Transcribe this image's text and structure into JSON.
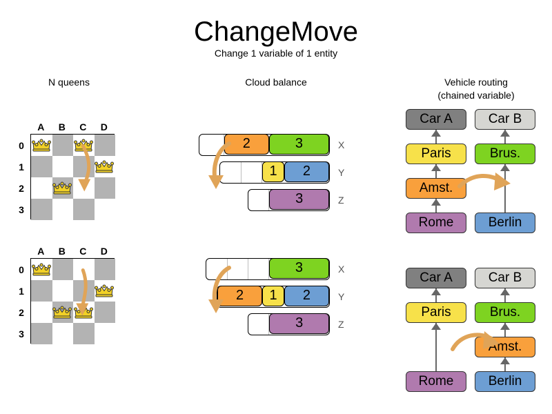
{
  "title": "ChangeMove",
  "subtitle": "Change 1 variable of 1 entity",
  "headers": {
    "nqueens": "N queens",
    "cloud": "Cloud balance",
    "vrp_line1": "Vehicle routing",
    "vrp_line2": "(chained variable)"
  },
  "colors": {
    "orange": "#f9a03c",
    "green": "#7ed321",
    "green_bar": "#7ed321",
    "yellow": "#f7e14a",
    "blue": "#6d9ed3",
    "purple": "#b07aae",
    "gray_dark": "#808080",
    "gray_light": "#d6d6d2",
    "board_gray": "#b3b3b3",
    "queen_gold": "#f2d127",
    "arrow": "#e0a458"
  },
  "nqueens": {
    "columns": [
      "A",
      "B",
      "C",
      "D"
    ],
    "rows": [
      "0",
      "1",
      "2",
      "3"
    ],
    "before": {
      "queens": [
        {
          "col": 0,
          "row": 0
        },
        {
          "col": 2,
          "row": 0
        },
        {
          "col": 3,
          "row": 1
        },
        {
          "col": 1,
          "row": 2
        }
      ],
      "move_from": {
        "col": 2,
        "row": 0
      },
      "move_to": {
        "col": 2,
        "row": 2
      }
    },
    "after": {
      "queens": [
        {
          "col": 0,
          "row": 0
        },
        {
          "col": 3,
          "row": 1
        },
        {
          "col": 1,
          "row": 2
        },
        {
          "col": 2,
          "row": 2
        }
      ],
      "move_from": {
        "col": 2,
        "row": 0
      },
      "move_to": {
        "col": 2,
        "row": 2
      }
    }
  },
  "cloud": {
    "before": [
      {
        "name": "X",
        "segments": [
          {
            "label": "",
            "color": "",
            "empty": true,
            "width": 36
          },
          {
            "label": "2",
            "color": "#f9a03c",
            "empty": false,
            "width": 66
          },
          {
            "label": "3",
            "color": "#7ed321",
            "empty": false,
            "width": 88
          }
        ]
      },
      {
        "name": "Y",
        "segments": [
          {
            "label": "",
            "color": "",
            "empty": true,
            "width": 31
          },
          {
            "label": "",
            "color": "",
            "empty": true,
            "width": 31
          },
          {
            "label": "1",
            "color": "#f7e14a",
            "empty": false,
            "width": 32
          },
          {
            "label": "2",
            "color": "#6d9ed3",
            "empty": false,
            "width": 66
          }
        ]
      },
      {
        "name": "Z",
        "segments": [
          {
            "label": "",
            "color": "",
            "empty": true,
            "width": 31
          },
          {
            "label": "3",
            "color": "#b07aae",
            "empty": false,
            "width": 88
          }
        ]
      }
    ],
    "after": [
      {
        "name": "X",
        "segments": [
          {
            "label": "",
            "color": "",
            "empty": true,
            "width": 31
          },
          {
            "label": "",
            "color": "",
            "empty": true,
            "width": 31
          },
          {
            "label": "",
            "color": "",
            "empty": true,
            "width": 30
          },
          {
            "label": "3",
            "color": "#7ed321",
            "empty": false,
            "width": 88
          }
        ]
      },
      {
        "name": "Y",
        "segments": [
          {
            "label": "2",
            "color": "#f9a03c",
            "empty": false,
            "width": 66
          },
          {
            "label": "1",
            "color": "#f7e14a",
            "empty": false,
            "width": 32
          },
          {
            "label": "2",
            "color": "#6d9ed3",
            "empty": false,
            "width": 66
          }
        ]
      },
      {
        "name": "Z",
        "segments": [
          {
            "label": "",
            "color": "",
            "empty": true,
            "width": 31
          },
          {
            "label": "3",
            "color": "#b07aae",
            "empty": false,
            "width": 88
          }
        ]
      }
    ]
  },
  "vrp": {
    "before": {
      "vehicle_a": "Car A",
      "vehicle_b": "Car B",
      "chain_a": [
        "Rome",
        "Amst.",
        "Paris"
      ],
      "chain_b": [
        "Berlin",
        "Brus."
      ],
      "moving_node": "Amst."
    },
    "after": {
      "vehicle_a": "Car A",
      "vehicle_b": "Car B",
      "chain_a": [
        "Rome",
        "Paris"
      ],
      "chain_b": [
        "Berlin",
        "Amst.",
        "Brus."
      ],
      "moving_node": "Amst."
    },
    "node_colors": {
      "Car A": "#808080",
      "Car B": "#d6d6d2",
      "Paris": "#f7e14a",
      "Brus.": "#7ed321",
      "Amst.": "#f9a03c",
      "Rome": "#b07aae",
      "Berlin": "#6d9ed3"
    }
  }
}
